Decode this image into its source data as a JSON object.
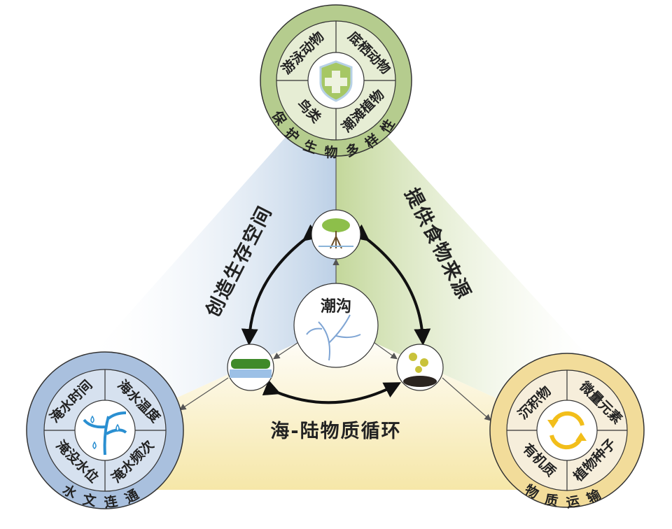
{
  "center": {
    "label": "潮沟"
  },
  "top": {
    "ring_label": "保护生物多样性",
    "items": [
      "游泳动物",
      "底栖动物",
      "鸟类",
      "潮滩植物"
    ],
    "icon": "shield-plus-icon",
    "color": "#b5cc8e"
  },
  "left": {
    "ring_label": "水文连通",
    "items": [
      "淹水时间",
      "海水温度",
      "淹没水位",
      "淹水频次"
    ],
    "icon": "water-drops-channel-icon",
    "color": "#a9c0de"
  },
  "right": {
    "ring_label": "物质运输",
    "items": [
      "沉积物",
      "微量元素",
      "有机质",
      "植物种子"
    ],
    "icon": "cycle-arrows-icon",
    "color": "#f2dc9a"
  },
  "sides": {
    "left": "创造生存空间",
    "right": "提供食物来源",
    "bottom": "海-陆物质循环"
  }
}
